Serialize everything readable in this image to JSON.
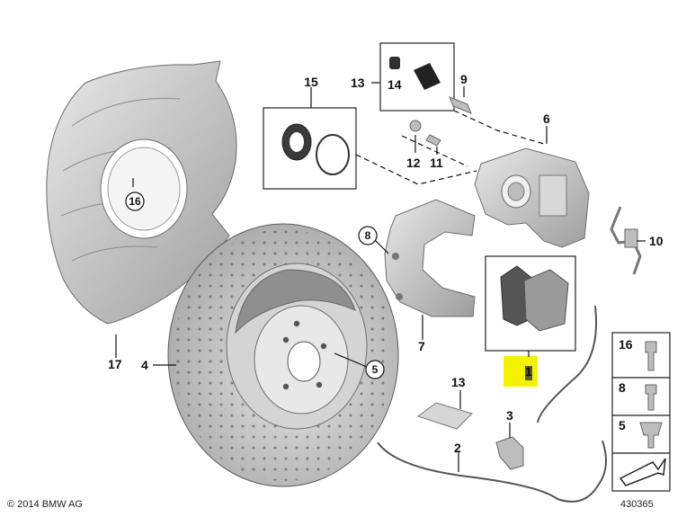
{
  "callouts": {
    "c1": "1",
    "c2": "2",
    "c3": "3",
    "c4": "4",
    "c5": "5",
    "c5b": "5",
    "c6": "6",
    "c7": "7",
    "c8": "8",
    "c8b": "8",
    "c9": "9",
    "c10": "10",
    "c11": "11",
    "c12": "12",
    "c13": "13",
    "c13b": "13",
    "c14": "14",
    "c15": "15",
    "c16": "16",
    "c16b": "16",
    "c17": "17"
  },
  "footer": {
    "copyright": "© 2014 BMW AG",
    "diagram_number": "430365"
  },
  "colors": {
    "highlight": "#f5f200",
    "part_gray": "#bdbdbd",
    "line": "#111111"
  }
}
